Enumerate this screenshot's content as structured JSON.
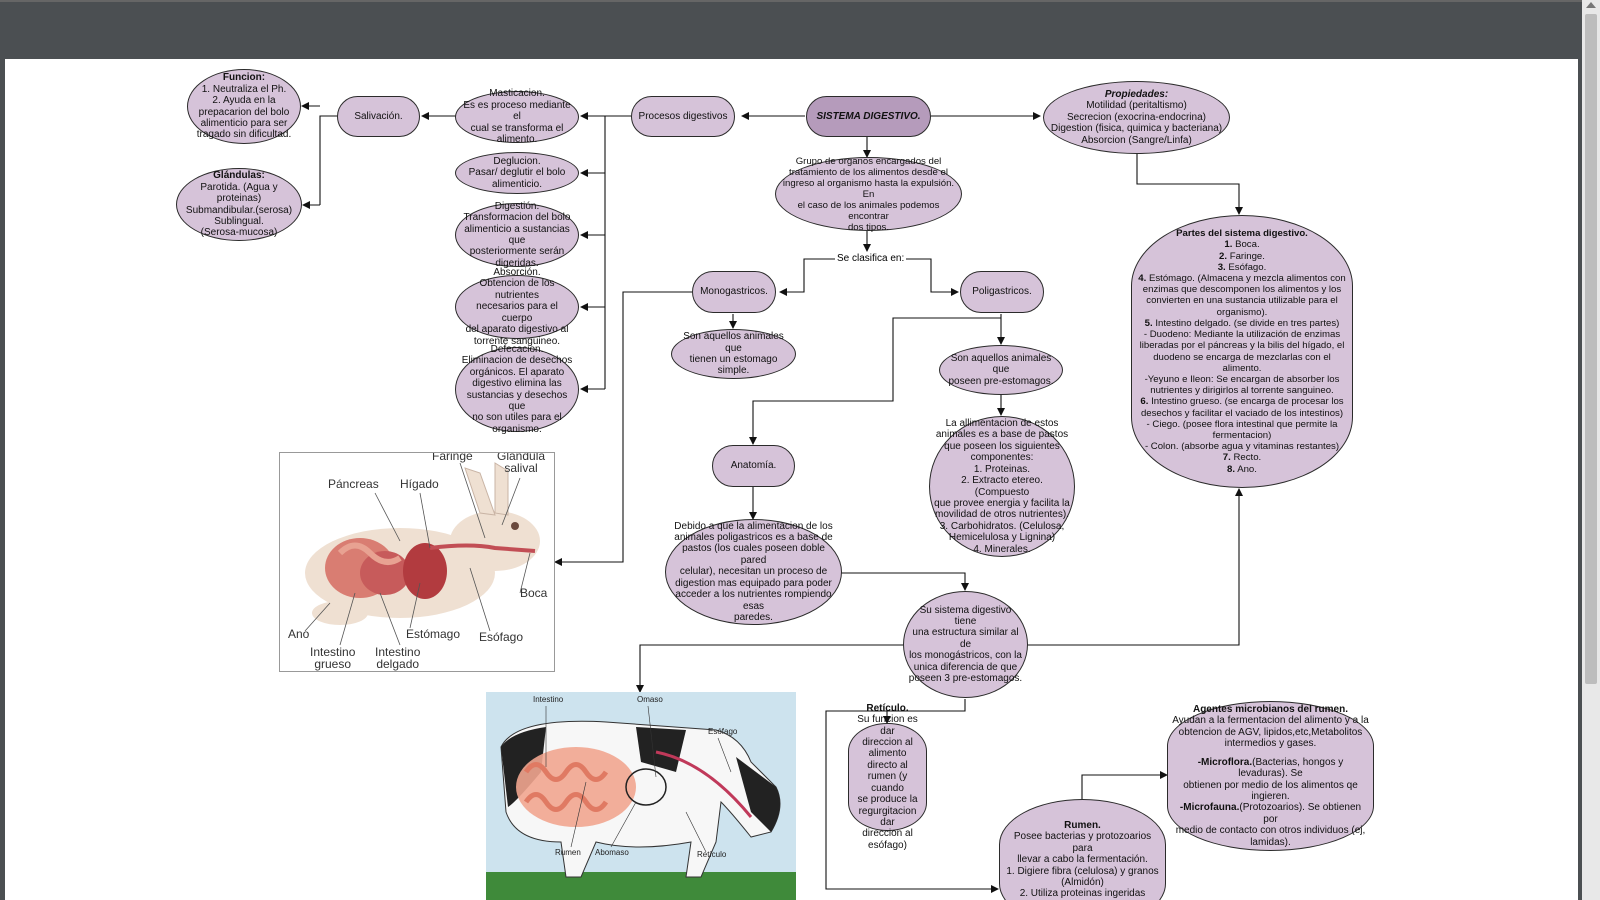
{
  "root": {
    "title": "SISTEMA DIGESTIVO."
  },
  "definition": "Grupo de organos encargados del\ntratamiento de los alimentos desde el\ningreso al organismo hasta la expulsión. En\nel caso de los animales podemos encontrar\ndos tipos.",
  "classify_label": "Se clasifica en:",
  "propiedades": {
    "title": "Propiedades:",
    "body": "Motilidad (peritaltismo)\nSecrecion (exocrina-endocrina)\nDigestion (fisica, quimica y bacteriana)\nAbsorcion (Sangre/Linfa)"
  },
  "procesos": "Procesos digestivos",
  "masticacion": "Masticacion.\nEs es proceso mediante el\ncual se transforma el\nalimento.",
  "deglucion": "Deglucion.\nPasar/ deglutir el bolo\nalimenticio.",
  "digestion": "Digestión.\nTransformacion del bolo\nalimenticio a sustancias que\nposteriormente serán\ndigeridas.",
  "absorcion": "Absorción.\nObtencion de los nutrientes\nnecesarios para el cuerpo\ndel aparato digestivo al\ntorrente sanguineo.",
  "defecacion": "Defecacion.\nEliminacion de desechos\norgánicos. El aparato\ndigestivo elimina las\nsustancias y desechos que\nno son utiles para el\norganismo.",
  "salivacion": "Salivación.",
  "funcion": {
    "title": "Funcion:",
    "body": "1. Neutraliza el Ph.\n2. Ayuda en la\nprepacarion del bolo\nalimenticio para ser\ntragado sin dificultad."
  },
  "glandulas": {
    "title": "Glándulas:",
    "body": "Parotida. (Agua y proteinas)\nSubmandibular.(serosa)\nSublingual.\n(Serosa-mucosa)"
  },
  "monogastricos": "Monogastricos.",
  "mono_def": "Son aquellos animales que\ntienen un estomago simple.",
  "poligastricos": "Poligastricos.",
  "poli_def": "Son aquellos animales que\nposeen pre-estomagos.",
  "alimentacion": "La allimentacion de estos\nanimales es a base de pastos\nque poseen los siguientes\ncomponentes:\n1. Proteinas.\n2. Extracto etereo. (Compuesto\nque provee energia y facilita la\nmovilidad de otros nutrientes).\n3. Carbohidratos. (Celulosa,\nHemicelulosa y Lignina)\n4. Minerales.",
  "anatomia": "Anatomía.",
  "debido": "Debido a que la alimentacion de los\nanimales poligastricos es a base de\npastos (los cuales poseen doble pared\ncelular), necesitan un proceso de\ndigestion mas equipado para poder\nacceder a los nutrientes rompiendo esas\nparedes.",
  "estructura": "Su sistema digestivo tiene\nuna estructura similar al de\nlos monogástricos, con la\nunica diferencia de que\nposeen 3 pre-estomagos.",
  "partes": {
    "title": "Partes del sistema digestivo.",
    "items": [
      {
        "n": "1.",
        "t": " Boca."
      },
      {
        "n": "2.",
        "t": " Faringe."
      },
      {
        "n": "3.",
        "t": " Esófago."
      },
      {
        "n": "4.",
        "t": " Estómago. (Almacena y mezcla alimentos con\nenzimas que descomponen los alimentos y los\nconvierten en una sustancia utilizable para el\norganismo)."
      },
      {
        "n": "5.",
        "t": " Intestino delgado. (se divide en tres partes)"
      },
      {
        "n": "",
        "t": "- Duodeno:  Mediante la utilización de enzimas\nliberadas por el páncreas y la bilis del hígado, el\nduodeno se encarga de mezclarlas con el alimento."
      },
      {
        "n": "",
        "t": "-Yeyuno  e Ileon: Se encargan de absorber los\nnutrientes y dirigirlos al torrente sanguineo."
      },
      {
        "n": "6.",
        "t": " Intestino grueso. (se encarga de procesar los\ndesechos y facilitar el vaciado de los intestinos)"
      },
      {
        "n": "",
        "t": "- Ciego. (posee flora intestinal que permite la\nfermentacion)"
      },
      {
        "n": "",
        "t": "- Colon. (absorbe agua y vitaminas restantes)"
      },
      {
        "n": "7.",
        "t": " Recto."
      },
      {
        "n": "8.",
        "t": " Ano."
      }
    ]
  },
  "reticulo": {
    "title": "Retículo.",
    "body": "Su funcion es dar\ndireccion al\nalimento directo al\nrumen (y cuando\nse produce la\nregurgitacion dar\ndireccion al\nesófago)"
  },
  "rumen": {
    "title": "Rumen.",
    "body": "Posee bacterias y protozoarios para\nllevar a cabo la fermentación.\n1. Digiere fibra (celulosa) y granos\n(Almidón)\n2. Utiliza proteinas ingeridas"
  },
  "agentes": {
    "title": "Agentes microbianos del rumen.",
    "body": "Ayudan a la fermentacion del alimento y a la\nobtencion de AGV,  lipidos,etc,Metabolitos\nintermedios y gases.",
    "flora_label": "-Microflora.",
    "flora_text": "(Bacterias, hongos y levaduras). Se\nobtienen por medio de los alimentos qe ingieren.",
    "fauna_label": "-Microfauna.",
    "fauna_text": "(Protozoarios). Se obtienen por\nmedio de contacto con otros individuos (ej,\nlamidas)."
  },
  "rabbit_labels": {
    "faringe": "Faringe",
    "glandula": "Glándula\nsalival",
    "pancreas": "Páncreas",
    "higado": "Hígado",
    "boca": "Boca",
    "ano": "Ano",
    "estomago": "Estómago",
    "esofago": "Esófago",
    "int_grueso": "Intestino\ngrueso",
    "int_delgado": "Intestino\ndelgado"
  },
  "cow_labels": {
    "intestino": "Intestino",
    "omaso": "Omaso",
    "esofago": "Esófago",
    "rumen": "Rumen",
    "abomaso": "Abomaso",
    "reticulo": "Retículo"
  },
  "colors": {
    "node_fill": "#d6c3d9",
    "root_fill": "#b59bbb",
    "frame": "#4b4f52",
    "cow_sky": "#cde3ee",
    "grass": "#3f8a3a"
  }
}
